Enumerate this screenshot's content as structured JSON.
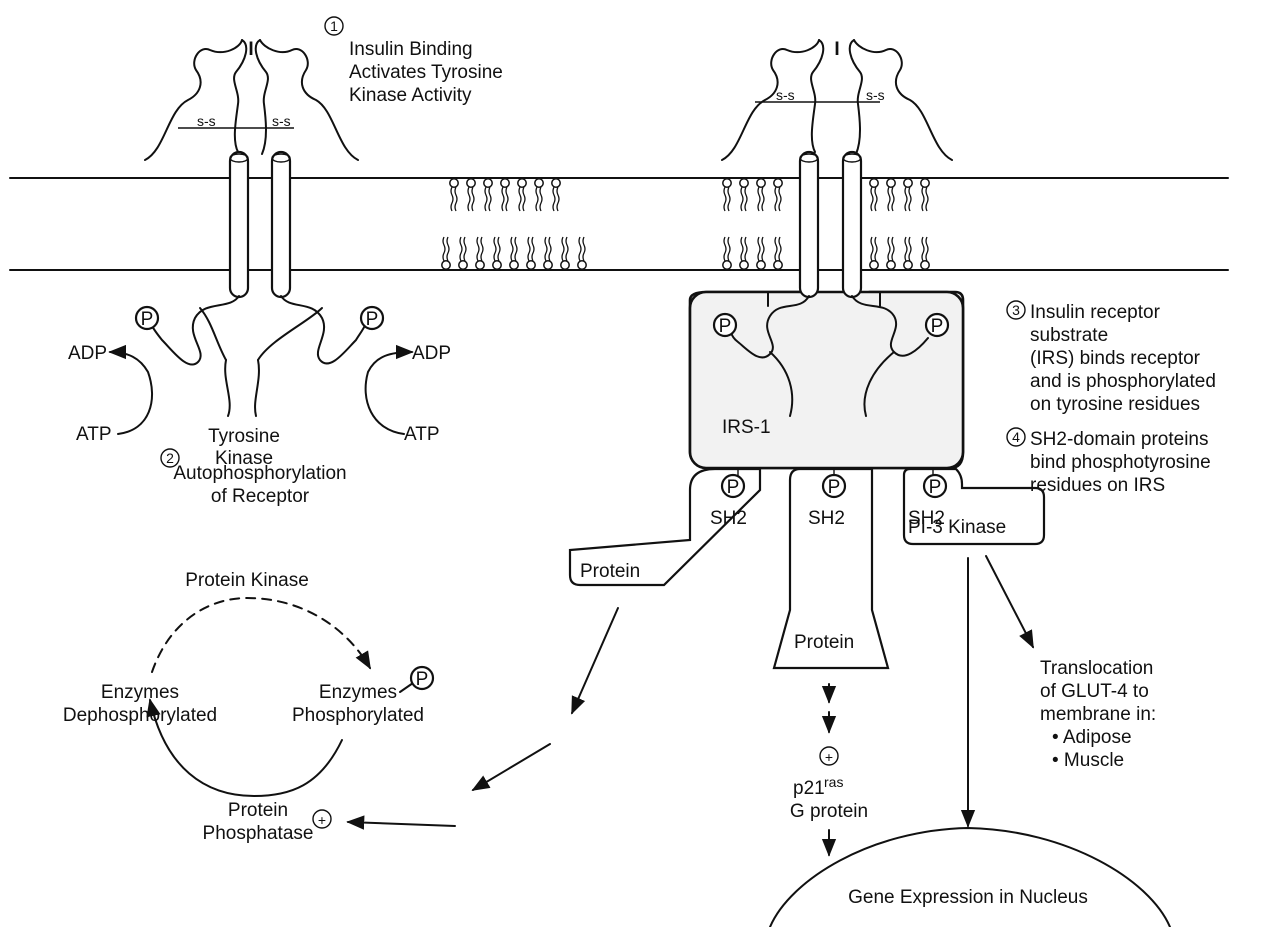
{
  "receptor_left": {
    "insulin_symbol": "I",
    "disulfide_label": "s-s",
    "step1_number": "1",
    "step1_line1": "Insulin Binding",
    "step1_line2": "Activates Tyrosine",
    "step1_line3": "Kinase Activity",
    "adp_left": "ADP",
    "adp_right": "ADP",
    "atp_left": "ATP",
    "atp_right": "ATP",
    "kinase_line1": "Tyrosine",
    "kinase_line2": "Kinase",
    "step2_number": "2",
    "step2_line1": "Autophosphorylation",
    "step2_line2": "of Receptor",
    "phosphate": "P"
  },
  "receptor_right": {
    "insulin_symbol": "I",
    "disulfide_label": "s-s",
    "irs_label": "IRS-1",
    "sh2_label": "SH2",
    "pi3_label": "PI-3 Kinase",
    "protein_label": "Protein"
  },
  "annotations": {
    "step3_number": "3",
    "step3_lines": [
      "Insulin receptor",
      "substrate",
      "(IRS) binds receptor",
      "and is phosphorylated",
      "on tyrosine residues"
    ],
    "step4_number": "4",
    "step4_lines": [
      "SH2-domain proteins",
      "bind phosphotyrosine",
      "residues on IRS"
    ]
  },
  "cycle": {
    "kinase_label": "Protein Kinase",
    "dephos_line1": "Enzymes",
    "dephos_line2": "Dephosphorylated",
    "phos_line1": "Enzymes",
    "phos_line2": "Phosphorylated",
    "phosphatase_line1": "Protein",
    "phosphatase_line2": "Phosphatase",
    "plus_symbol": "+"
  },
  "downstream": {
    "ras_base": "p21",
    "ras_sup": "ras",
    "g_protein": "G protein",
    "glut_lines": [
      "Translocation",
      "of GLUT-4 to",
      "membrane in:",
      "• Adipose",
      "• Muscle"
    ],
    "nucleus_label": "Gene Expression in Nucleus"
  }
}
